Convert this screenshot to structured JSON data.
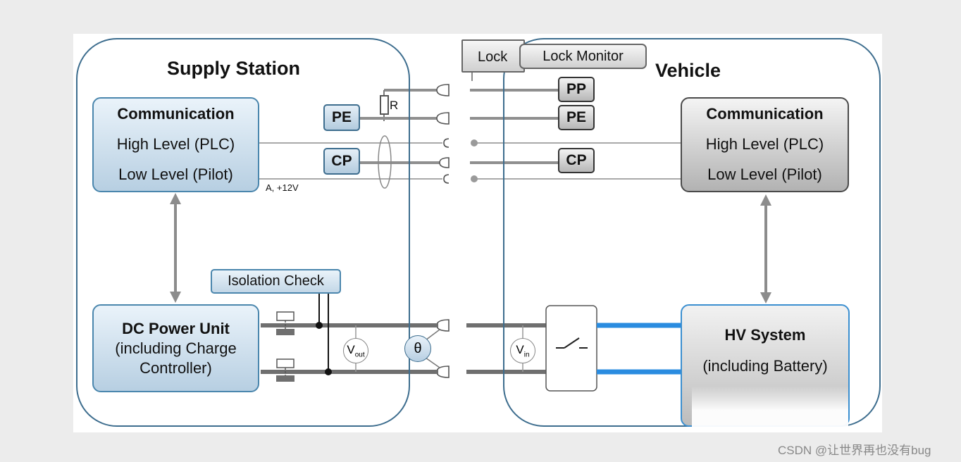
{
  "supply_station": {
    "title": "Supply Station",
    "communication": {
      "title": "Communication",
      "high_level": "High Level (PLC)",
      "low_level": "Low Level (Pilot)"
    },
    "power_unit": {
      "line1": "DC Power Unit",
      "line2": "(including Charge",
      "line3": "Controller)"
    },
    "pins": {
      "pe": "PE",
      "cp": "CP"
    },
    "isolation_check": "Isolation Check",
    "resistor_label": "R",
    "voltage_label": "A, +12V",
    "vout": {
      "main": "V",
      "sub": "out"
    },
    "theta": "θ"
  },
  "vehicle": {
    "title": "Vehicle",
    "communication": {
      "title": "Communication",
      "high_level": "High Level (PLC)",
      "low_level": "Low Level (Pilot)"
    },
    "hv_system": {
      "line1": "HV System",
      "line2": "(including Battery)"
    },
    "pins": {
      "pp": "PP",
      "pe": "PE",
      "cp": "CP"
    },
    "lock": "Lock",
    "lock_monitor": "Lock Monitor",
    "vin": {
      "main": "V",
      "sub": "in"
    }
  },
  "watermark": "CSDN @让世界再也没有bug",
  "colors": {
    "station_border": "#3d6d8e",
    "blue_box": "#b7cfe2",
    "gray_box": "#b2b2b2",
    "hv_link": "#2a8ce0",
    "power_line": "#6f6f6f"
  }
}
